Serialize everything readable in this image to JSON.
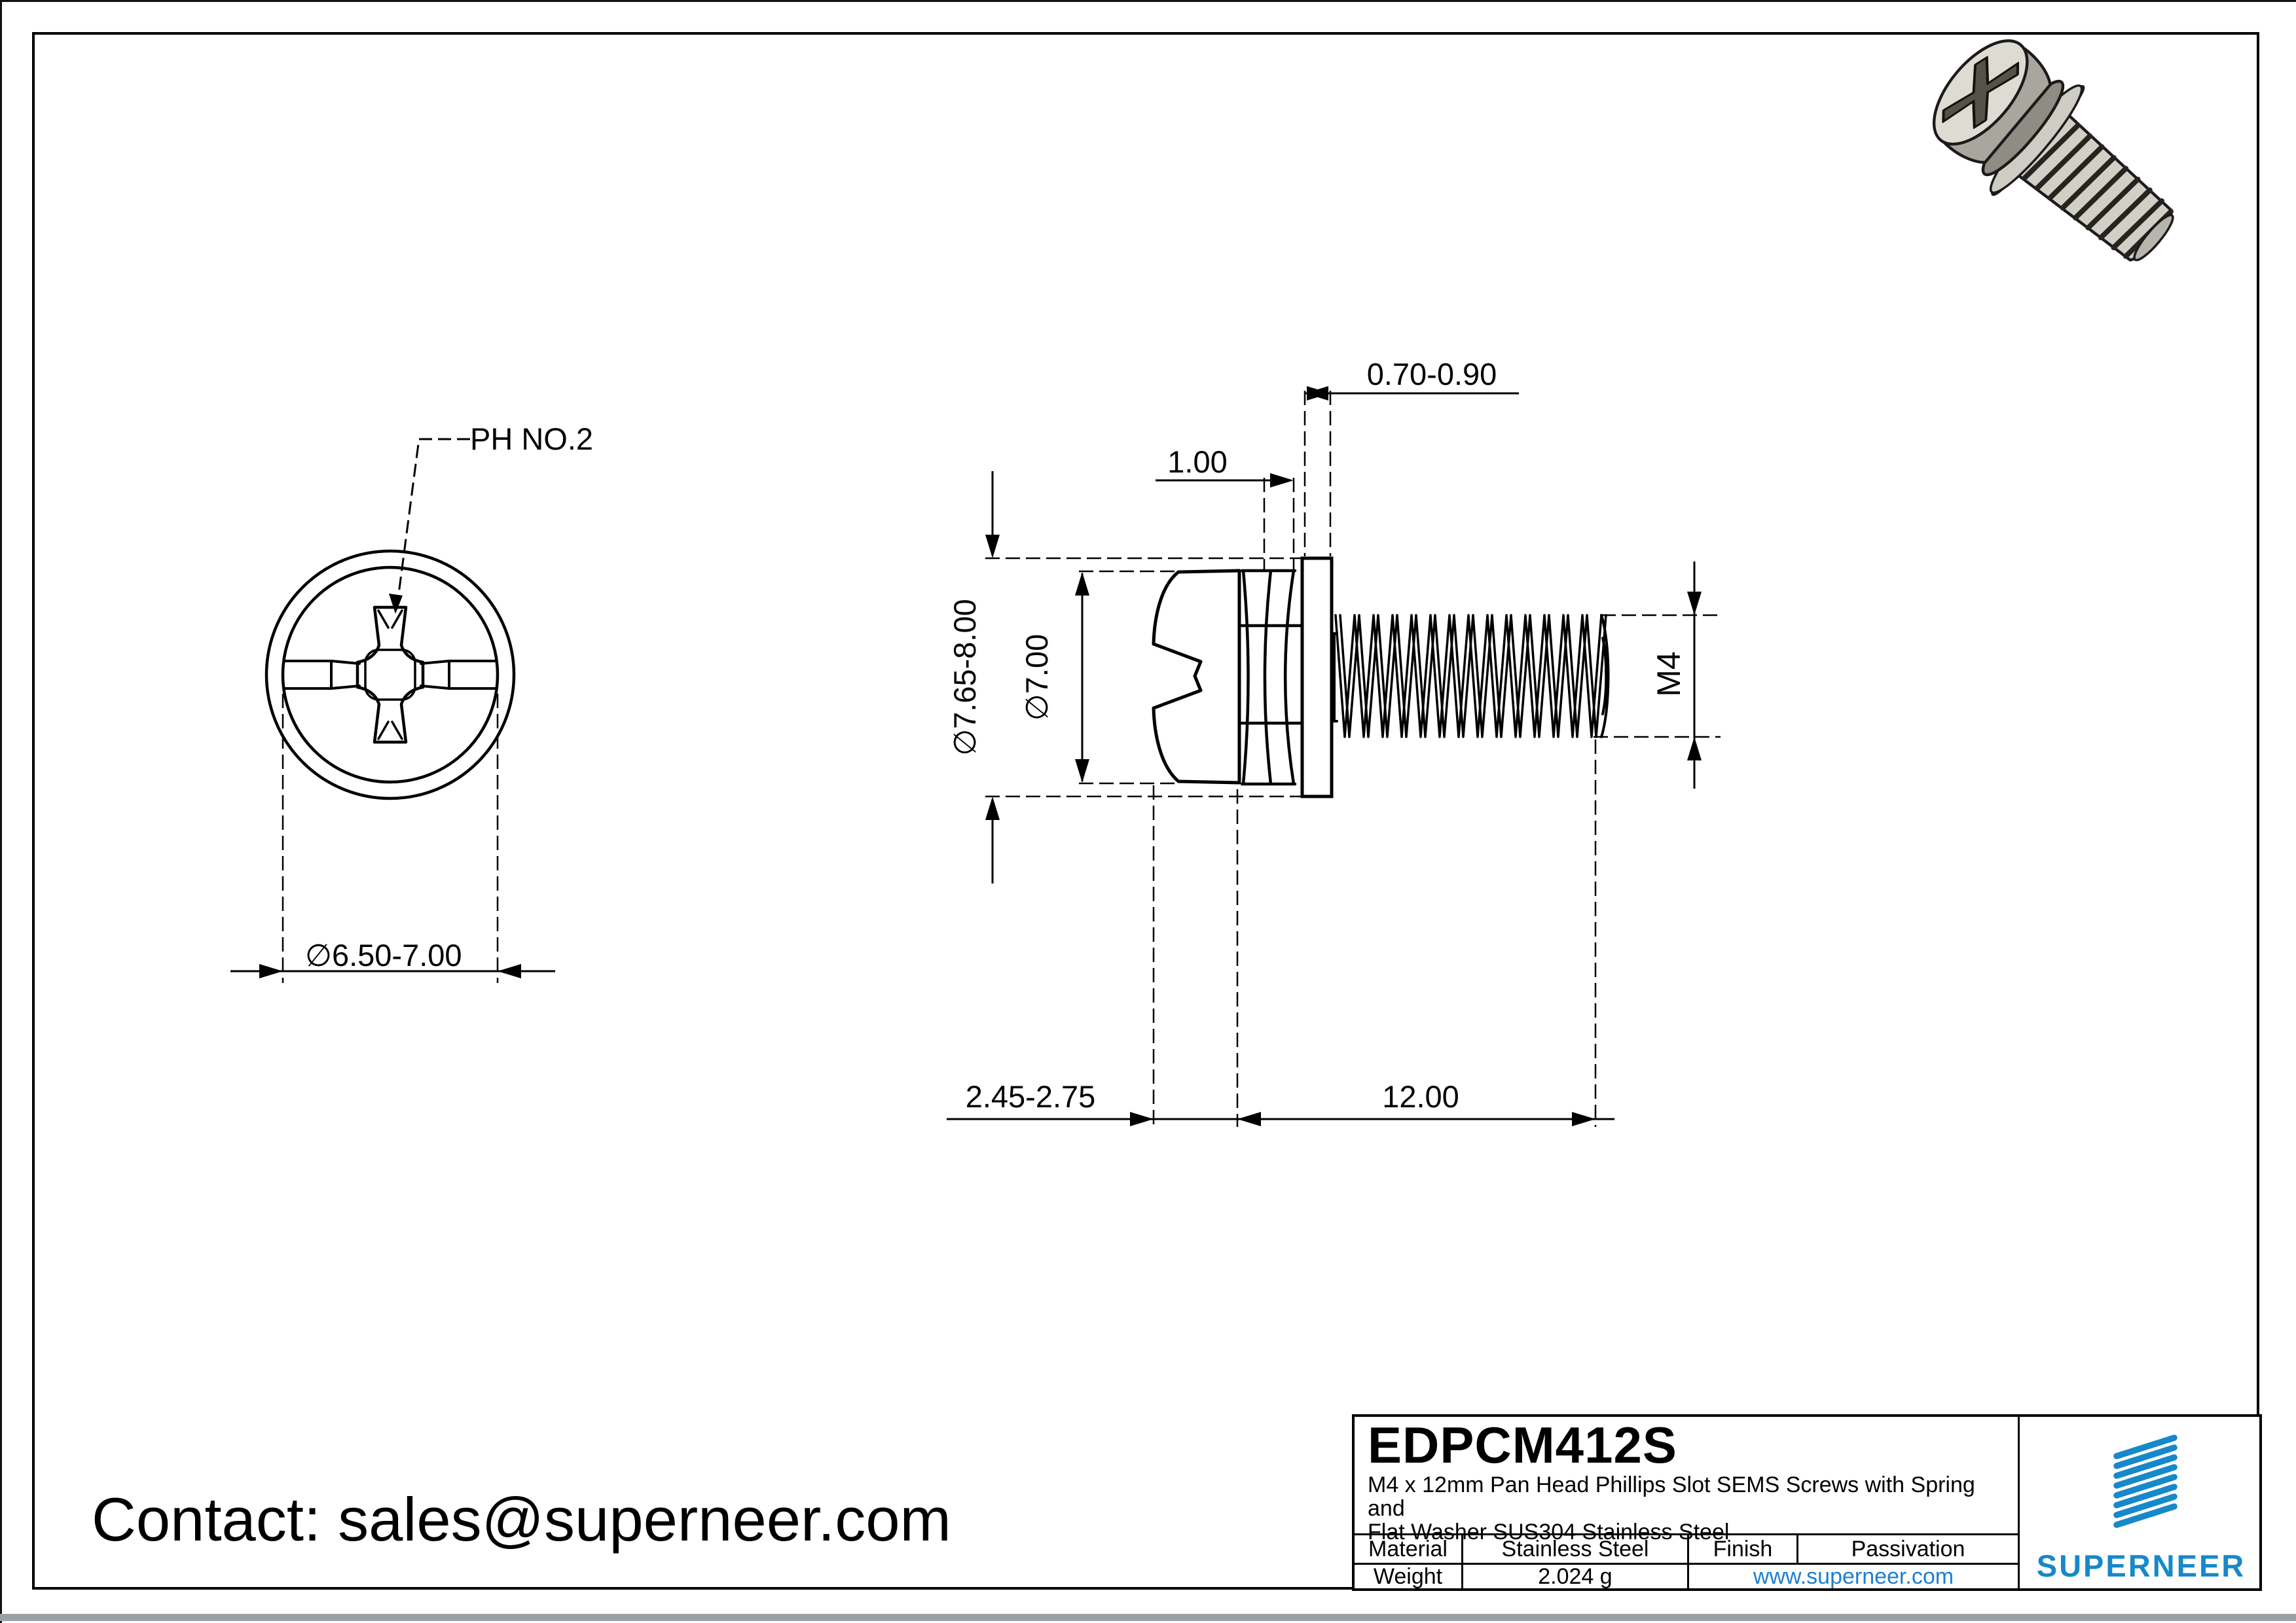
{
  "page": {
    "contact_line": "Contact: sales@superneer.com"
  },
  "front_view": {
    "recess_label": "PH NO.2",
    "head_diameter": "∅6.50-7.00"
  },
  "side_view": {
    "flat_washer_thickness": "0.70-0.90",
    "spring_washer_thickness": "1.00",
    "flat_washer_od": "∅7.65-8.00",
    "head_od": "∅7.00",
    "thread_spec": "M4",
    "head_height": "2.45-2.75",
    "thread_length": "12.00"
  },
  "title_block": {
    "part_number": "EDPCM412S",
    "description_line1": "M4 x 12mm Pan Head Phillips Slot SEMS Screws with Spring and",
    "description_line2": "Flat Washer SUS304 Stainless Steel",
    "material_label": "Material",
    "material_value": "Stainless Steel",
    "finish_label": "Finish",
    "finish_value": "Passivation",
    "weight_label": "Weight",
    "weight_value": "2.024 g",
    "website": "www.superneer.com",
    "brand": "SUPERNEER"
  },
  "colors": {
    "brand_blue": "#1788C9",
    "link_blue": "#1C7FD0",
    "line_black": "#000000",
    "render_body": "#d8d5cd",
    "render_shade": "#a9a69e",
    "bottom_bar_gray": "#9aa0a6"
  }
}
